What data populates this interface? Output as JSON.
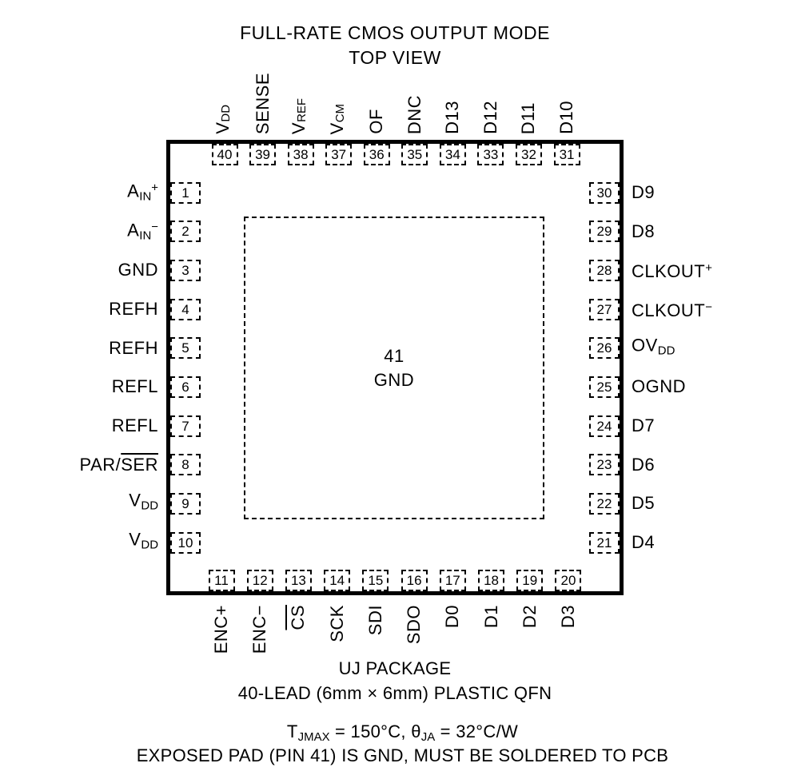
{
  "title": {
    "line1": "FULL-RATE CMOS OUTPUT MODE",
    "line2": "TOP VIEW"
  },
  "package": {
    "exposed_pad": {
      "number": "41",
      "label": "GND"
    },
    "pins_top": [
      {
        "num": "40",
        "label": "V~DD~"
      },
      {
        "num": "39",
        "label": "SENSE"
      },
      {
        "num": "38",
        "label": "V~REF~"
      },
      {
        "num": "37",
        "label": "V~CM~"
      },
      {
        "num": "36",
        "label": "OF"
      },
      {
        "num": "35",
        "label": "DNC"
      },
      {
        "num": "34",
        "label": "D13"
      },
      {
        "num": "33",
        "label": "D12"
      },
      {
        "num": "32",
        "label": "D11"
      },
      {
        "num": "31",
        "label": "D10"
      }
    ],
    "pins_left": [
      {
        "num": "1",
        "label": "A~IN~^+^"
      },
      {
        "num": "2",
        "label": "A~IN~^−^"
      },
      {
        "num": "3",
        "label": "GND"
      },
      {
        "num": "4",
        "label": "REFH"
      },
      {
        "num": "5",
        "label": "REFH"
      },
      {
        "num": "6",
        "label": "REFL"
      },
      {
        "num": "7",
        "label": "REFL"
      },
      {
        "num": "8",
        "label": "PAR/[SER]"
      },
      {
        "num": "9",
        "label": "V~DD~"
      },
      {
        "num": "10",
        "label": "V~DD~"
      }
    ],
    "pins_right": [
      {
        "num": "30",
        "label": "D9"
      },
      {
        "num": "29",
        "label": "D8"
      },
      {
        "num": "28",
        "label": "CLKOUT^+^"
      },
      {
        "num": "27",
        "label": "CLKOUT^−^"
      },
      {
        "num": "26",
        "label": "OV~DD~"
      },
      {
        "num": "25",
        "label": "OGND"
      },
      {
        "num": "24",
        "label": "D7"
      },
      {
        "num": "23",
        "label": "D6"
      },
      {
        "num": "22",
        "label": "D5"
      },
      {
        "num": "21",
        "label": "D4"
      }
    ],
    "pins_bottom": [
      {
        "num": "11",
        "label": "ENC+"
      },
      {
        "num": "12",
        "label": "ENC−"
      },
      {
        "num": "13",
        "label": "[CS]"
      },
      {
        "num": "14",
        "label": "SCK"
      },
      {
        "num": "15",
        "label": "SDI"
      },
      {
        "num": "16",
        "label": "SDO"
      },
      {
        "num": "17",
        "label": "D0"
      },
      {
        "num": "18",
        "label": "D1"
      },
      {
        "num": "19",
        "label": "D2"
      },
      {
        "num": "20",
        "label": "D3"
      }
    ]
  },
  "footer": {
    "package_line1": "UJ PACKAGE",
    "package_line2": "40-LEAD (6mm × 6mm) PLASTIC QFN",
    "note_line1": "T~JMAX~ = 150°C, θ~JA~ = 32°C/W",
    "note_line2": "EXPOSED PAD (PIN 41) IS GND, MUST BE SOLDERED TO PCB"
  }
}
